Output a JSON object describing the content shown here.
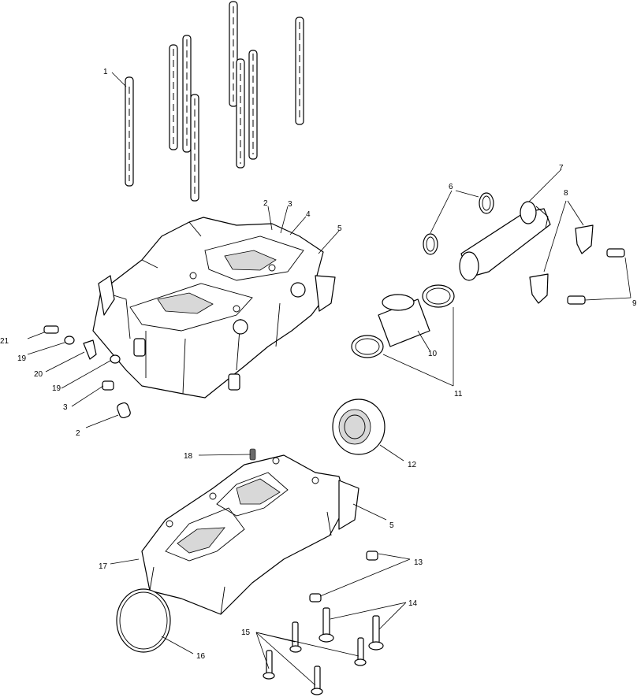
{
  "diagram": {
    "callouts": [
      {
        "id": "c1",
        "label": "1"
      },
      {
        "id": "c2a",
        "label": "2"
      },
      {
        "id": "c3a",
        "label": "3"
      },
      {
        "id": "c4",
        "label": "4"
      },
      {
        "id": "c5a",
        "label": "5"
      },
      {
        "id": "c6",
        "label": "6"
      },
      {
        "id": "c7",
        "label": "7"
      },
      {
        "id": "c8",
        "label": "8"
      },
      {
        "id": "c9",
        "label": "9"
      },
      {
        "id": "c10",
        "label": "10"
      },
      {
        "id": "c11",
        "label": "11"
      },
      {
        "id": "c12",
        "label": "12"
      },
      {
        "id": "c13",
        "label": "13"
      },
      {
        "id": "c14",
        "label": "14"
      },
      {
        "id": "c15",
        "label": "15"
      },
      {
        "id": "c16",
        "label": "16"
      },
      {
        "id": "c17",
        "label": "17"
      },
      {
        "id": "c18",
        "label": "18"
      },
      {
        "id": "c19a",
        "label": "19"
      },
      {
        "id": "c19b",
        "label": "19"
      },
      {
        "id": "c20",
        "label": "20"
      },
      {
        "id": "c21",
        "label": "21"
      },
      {
        "id": "c2b",
        "label": "2"
      },
      {
        "id": "c3b",
        "label": "3"
      },
      {
        "id": "c5b",
        "label": "5"
      }
    ]
  }
}
